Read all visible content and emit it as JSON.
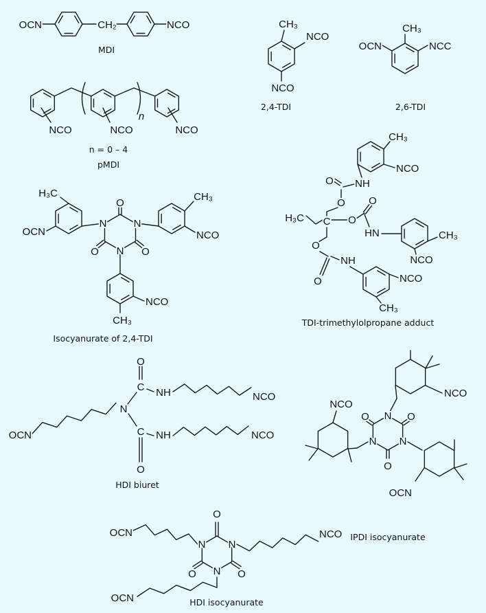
{
  "atoms": {
    "nco": "NCO",
    "ocn": "OCN",
    "ncc": "NCC",
    "ch3": "CH₃",
    "h3c": "H₃C",
    "ch2": "CH₂",
    "o": "O",
    "n": "N",
    "nh": "NH",
    "hn": "HN",
    "c": "C",
    "n_repeat": "n"
  },
  "captions": {
    "mdi": "MDI",
    "pmdi_range": "n = 0 – 4",
    "pmdi": "pMDI",
    "tdi24": "2,4-TDI",
    "tdi26": "2,6-TDI",
    "tdi_isocyanurate": "Isocyanurate of 2,4-TDI",
    "tdi_tmp": "TDI-trimethylolpropane adduct",
    "hdi_biuret": "HDI biuret",
    "ipdi_isocyanurate": "IPDI isocyanurate",
    "hdi_isocyanurate": "HDI isocyanurate"
  }
}
